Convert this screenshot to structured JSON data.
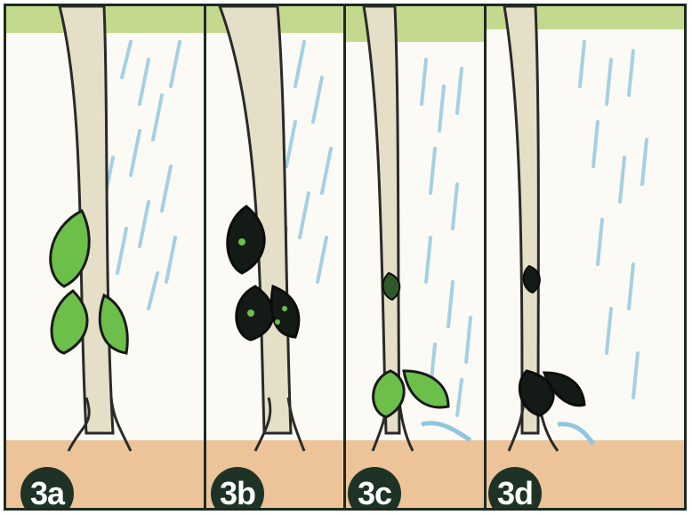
{
  "panels": [
    {
      "id": "3a",
      "label": "3a"
    },
    {
      "id": "3b",
      "label": "3b"
    },
    {
      "id": "3c",
      "label": "3c"
    },
    {
      "id": "3d",
      "label": "3d"
    }
  ],
  "colors": {
    "frame": "#1c2a20",
    "badge_bg": "#1e3326",
    "badge_text": "#ffffff",
    "leaf_green": "#6cc04a",
    "leaf_dark": "#141a16",
    "rain": "#8fc6df",
    "ground": "#e8b07c",
    "trunk": "#d9d3b8"
  }
}
